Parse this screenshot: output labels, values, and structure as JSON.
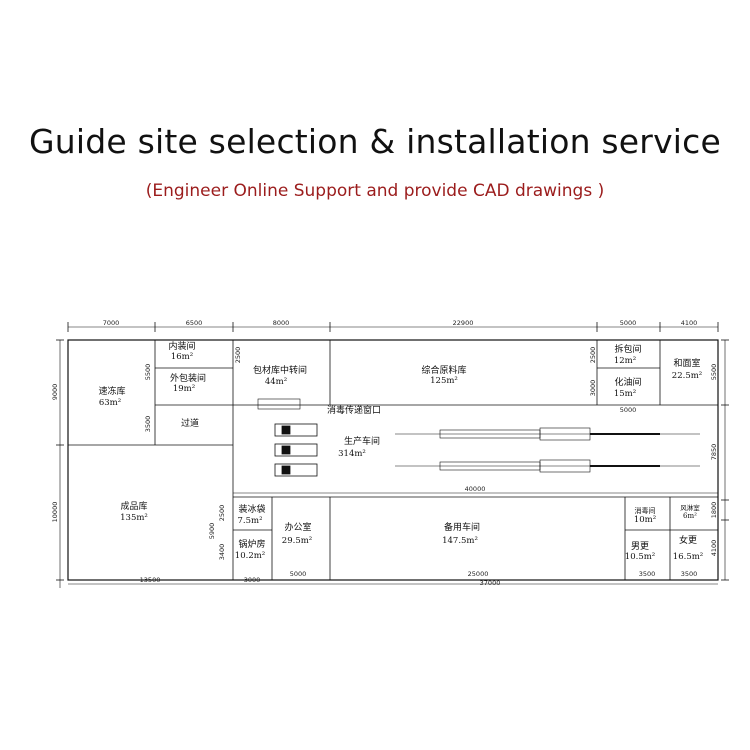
{
  "header": {
    "title": "Guide site selection & installation service",
    "subtitle": "(Engineer Online Support and provide CAD drawings )"
  },
  "rooms": {
    "quick_freeze": {
      "name": "速冻库",
      "area": "63m²"
    },
    "inner_pack": {
      "name": "内装间",
      "area": "16m²"
    },
    "outer_pack": {
      "name": "外包装间",
      "area": "19m²"
    },
    "corridor": {
      "name": "过道"
    },
    "finished": {
      "name": "成品库",
      "area": "135m²"
    },
    "packaging_transfer": {
      "name": "包材库中转间",
      "area": "44m²"
    },
    "raw_material": {
      "name": "综合原料库",
      "area": "125m²"
    },
    "unpack": {
      "name": "拆包间",
      "area": "12m²"
    },
    "oil_melt": {
      "name": "化油间",
      "area": "15m²"
    },
    "dough": {
      "name": "和面室",
      "area": "22.5m²"
    },
    "disinfect_window": {
      "name": "消毒传递窗口"
    },
    "production": {
      "name": "生产车间",
      "area": "314m²"
    },
    "ice_bag": {
      "name": "装冰袋",
      "area": "7.5m²"
    },
    "boiler": {
      "name": "锅炉房",
      "area": "10.2m²"
    },
    "office": {
      "name": "办公室",
      "area": "29.5m²"
    },
    "spare_workshop": {
      "name": "备用车间",
      "area": "147.5m²"
    },
    "disinfect_room": {
      "name": "消毒间",
      "area": "10m²"
    },
    "air_shower": {
      "name": "风淋室",
      "area": "6m²"
    },
    "men_change": {
      "name": "男更",
      "area": "10.5m²"
    },
    "women_change": {
      "name": "女更",
      "area": "16.5m²"
    }
  },
  "dimensions": {
    "top": [
      "7000",
      "6500",
      "8000",
      "22900",
      "5000",
      "4100"
    ],
    "bottom": [
      "13500",
      "3000",
      "5000",
      "25000",
      "3500",
      "3500"
    ],
    "total": "37000",
    "middle": "40000",
    "left": [
      "9000",
      "10000"
    ],
    "left_inner": [
      "5500",
      "3500"
    ],
    "right": [
      "5500",
      "7850",
      "1800",
      "4100"
    ],
    "inner": [
      "2500",
      "2500",
      "3000",
      "2500",
      "3400",
      "5900"
    ],
    "oil_width": "5000"
  }
}
